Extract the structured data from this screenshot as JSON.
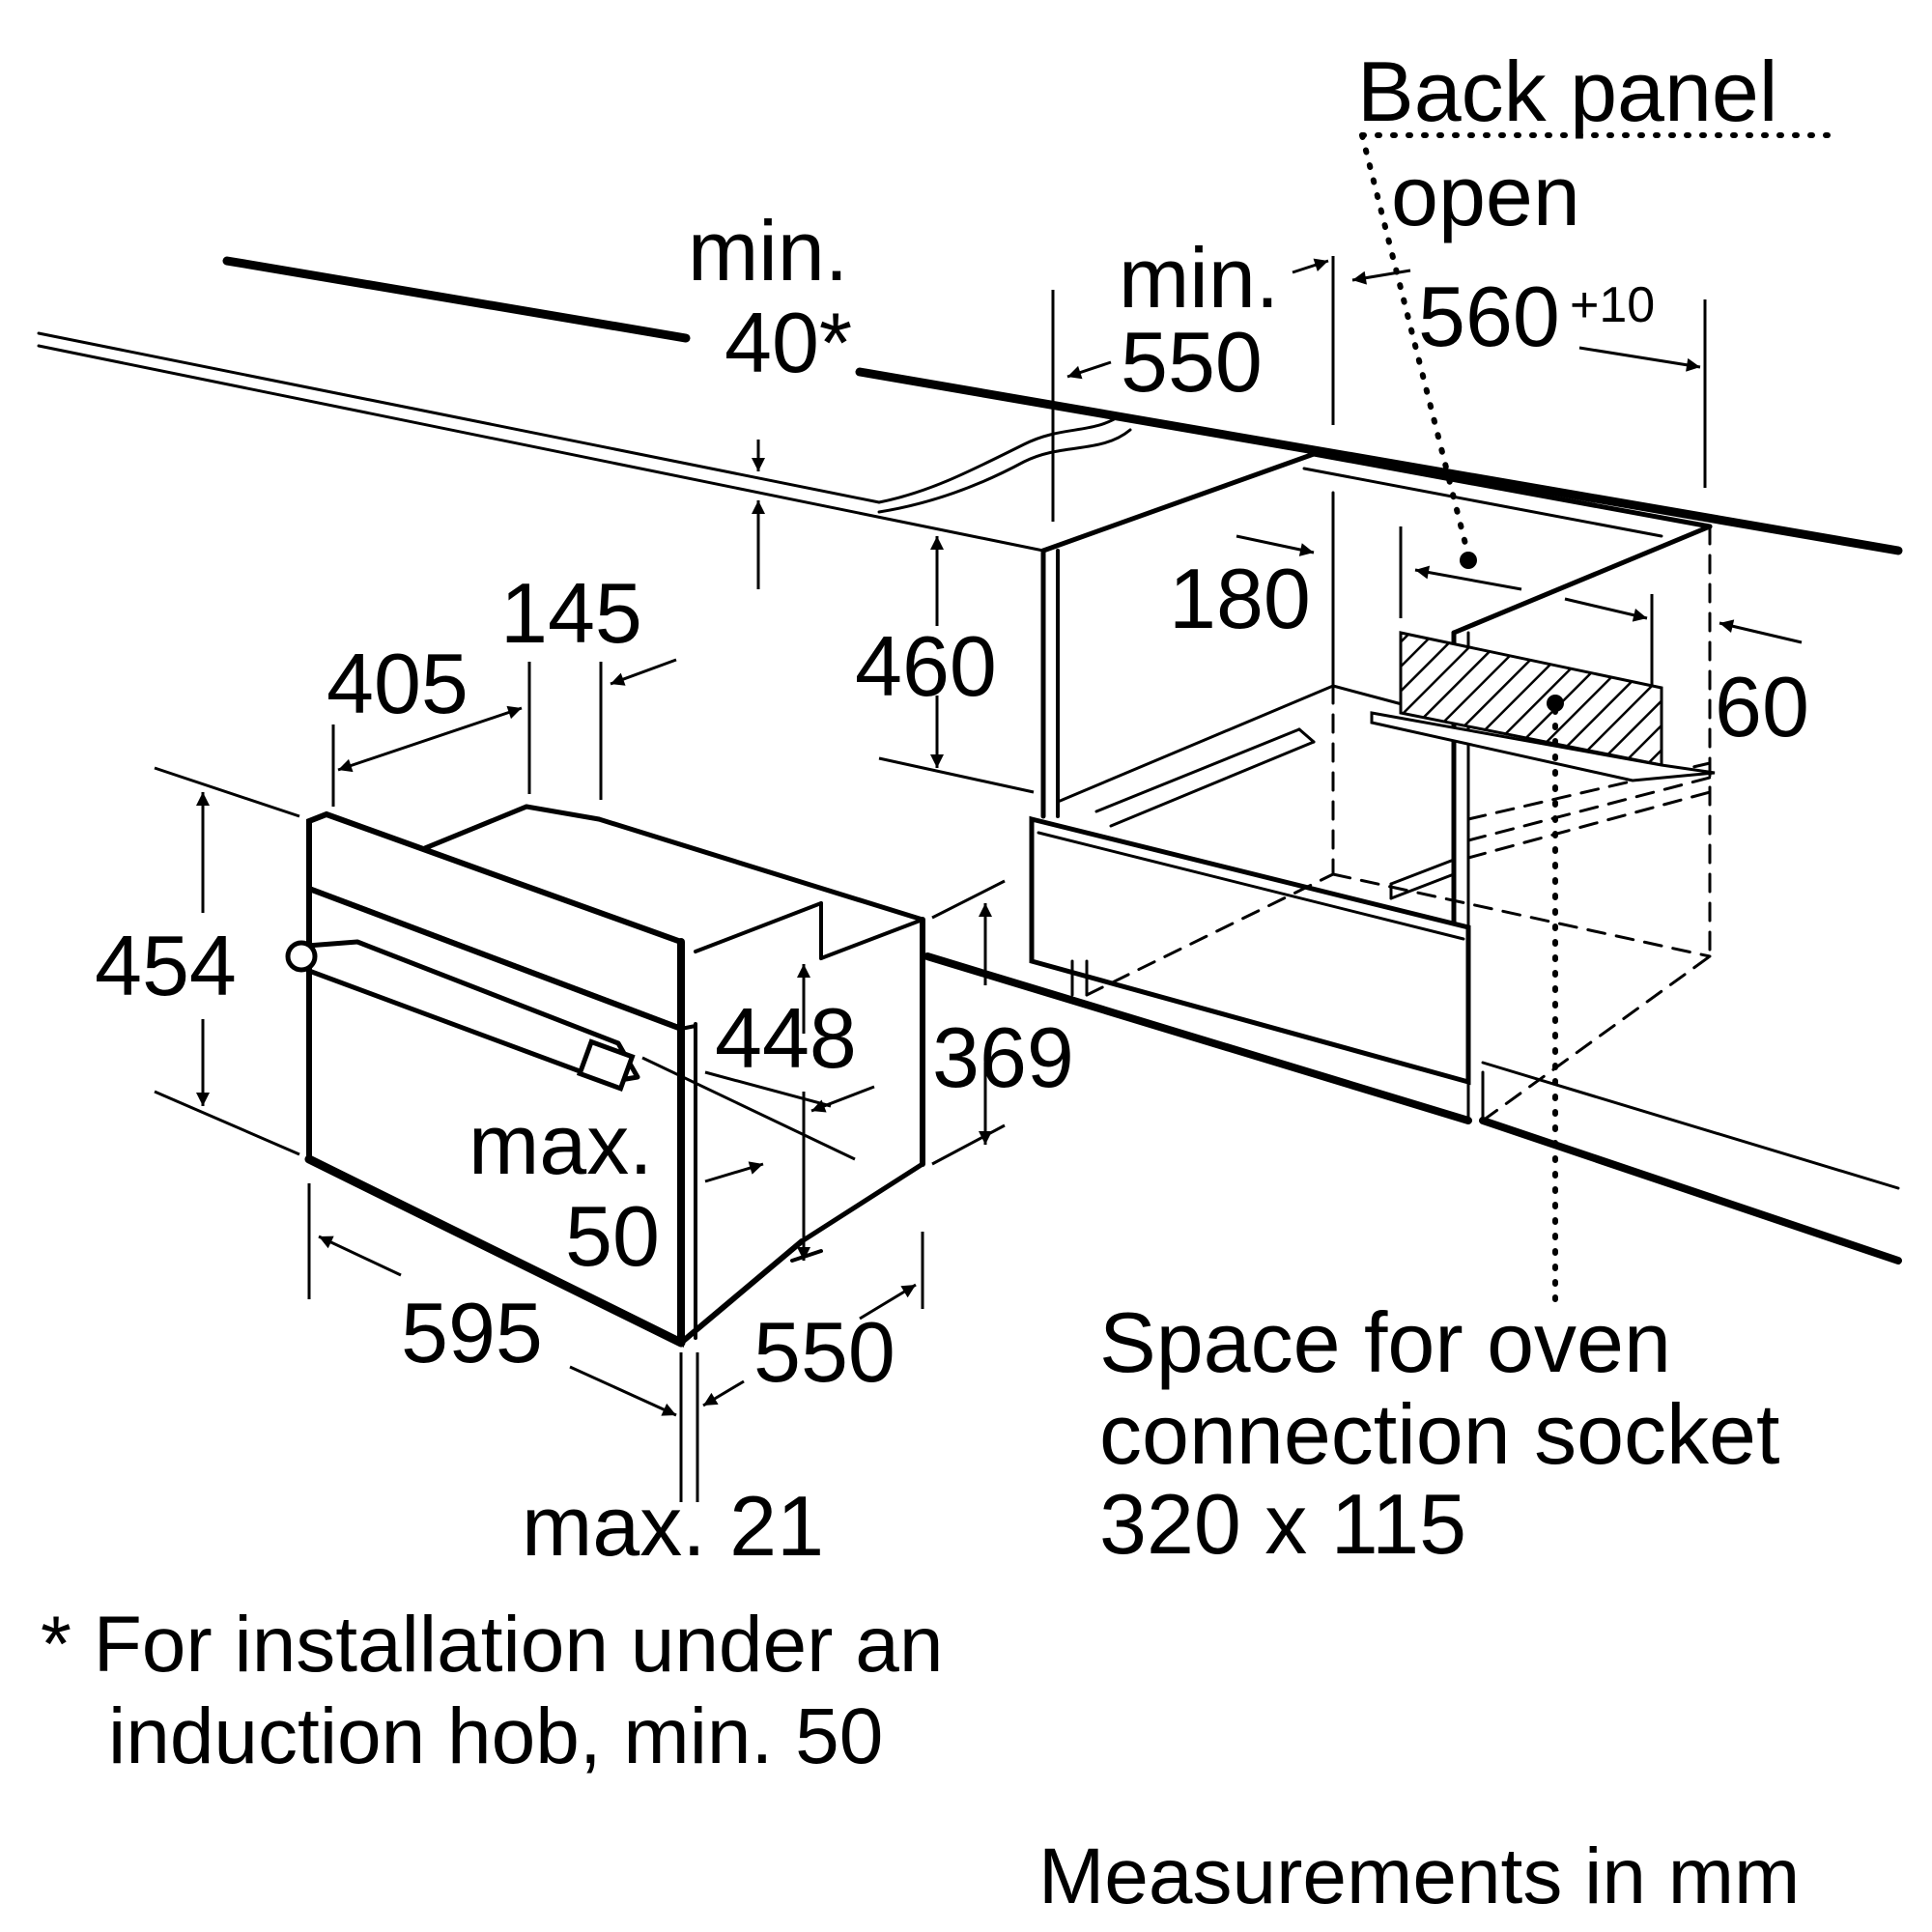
{
  "colors": {
    "ink": "#000000",
    "background": "#ffffff"
  },
  "labels": {
    "back_panel": "Back panel",
    "open": "open",
    "min_top": "min.",
    "min_40": "40*",
    "min_cab": "min.",
    "dim_550_top": "550",
    "dim_560": "560",
    "tol_560": "+10",
    "dim_180": "180",
    "dim_60": "60",
    "dim_460": "460",
    "dim_145": "145",
    "dim_405": "405",
    "dim_454": "454",
    "dim_448": "448",
    "dim_369": "369",
    "max": "max.",
    "dim_50": "50",
    "dim_595": "595",
    "dim_550_bottom": "550",
    "max_21": "max. 21",
    "socket_line1": "Space for oven",
    "socket_line2": "connection socket",
    "socket_line3": "320 x 115",
    "footnote_line1": "*  For installation under an",
    "footnote_line2": "induction hob, min. 50",
    "units": "Measurements in mm"
  }
}
